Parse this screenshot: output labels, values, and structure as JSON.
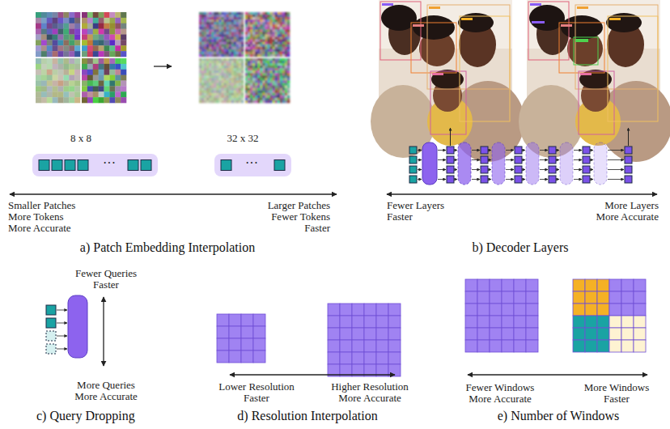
{
  "diagram": {
    "nodes": [
      {
        "text": [
          "···"
        ]
      },
      {
        "text": [
          "···"
        ]
      }
    ],
    "labels": [
      "8 x 8",
      "32 x 32",
      "Smaller Patches More Tokens More Accurate",
      "Larger Patches Fewer Tokens Faster",
      "a) Patch Embedding Interpolation",
      "Fewer Layers Faster",
      "More Layers More Accurate",
      "b) Decoder Layers",
      "Fewer Queries Faster",
      "More Queries More Accurate",
      "c) Query Dropping",
      "Lower Resolution Faster",
      "Higher Resolution More Accurate",
      "d) Resolution Interpolation",
      "Fewer Windows More Accurate",
      "More Windows Faster",
      "e) Number of Windows"
    ]
  }
}
